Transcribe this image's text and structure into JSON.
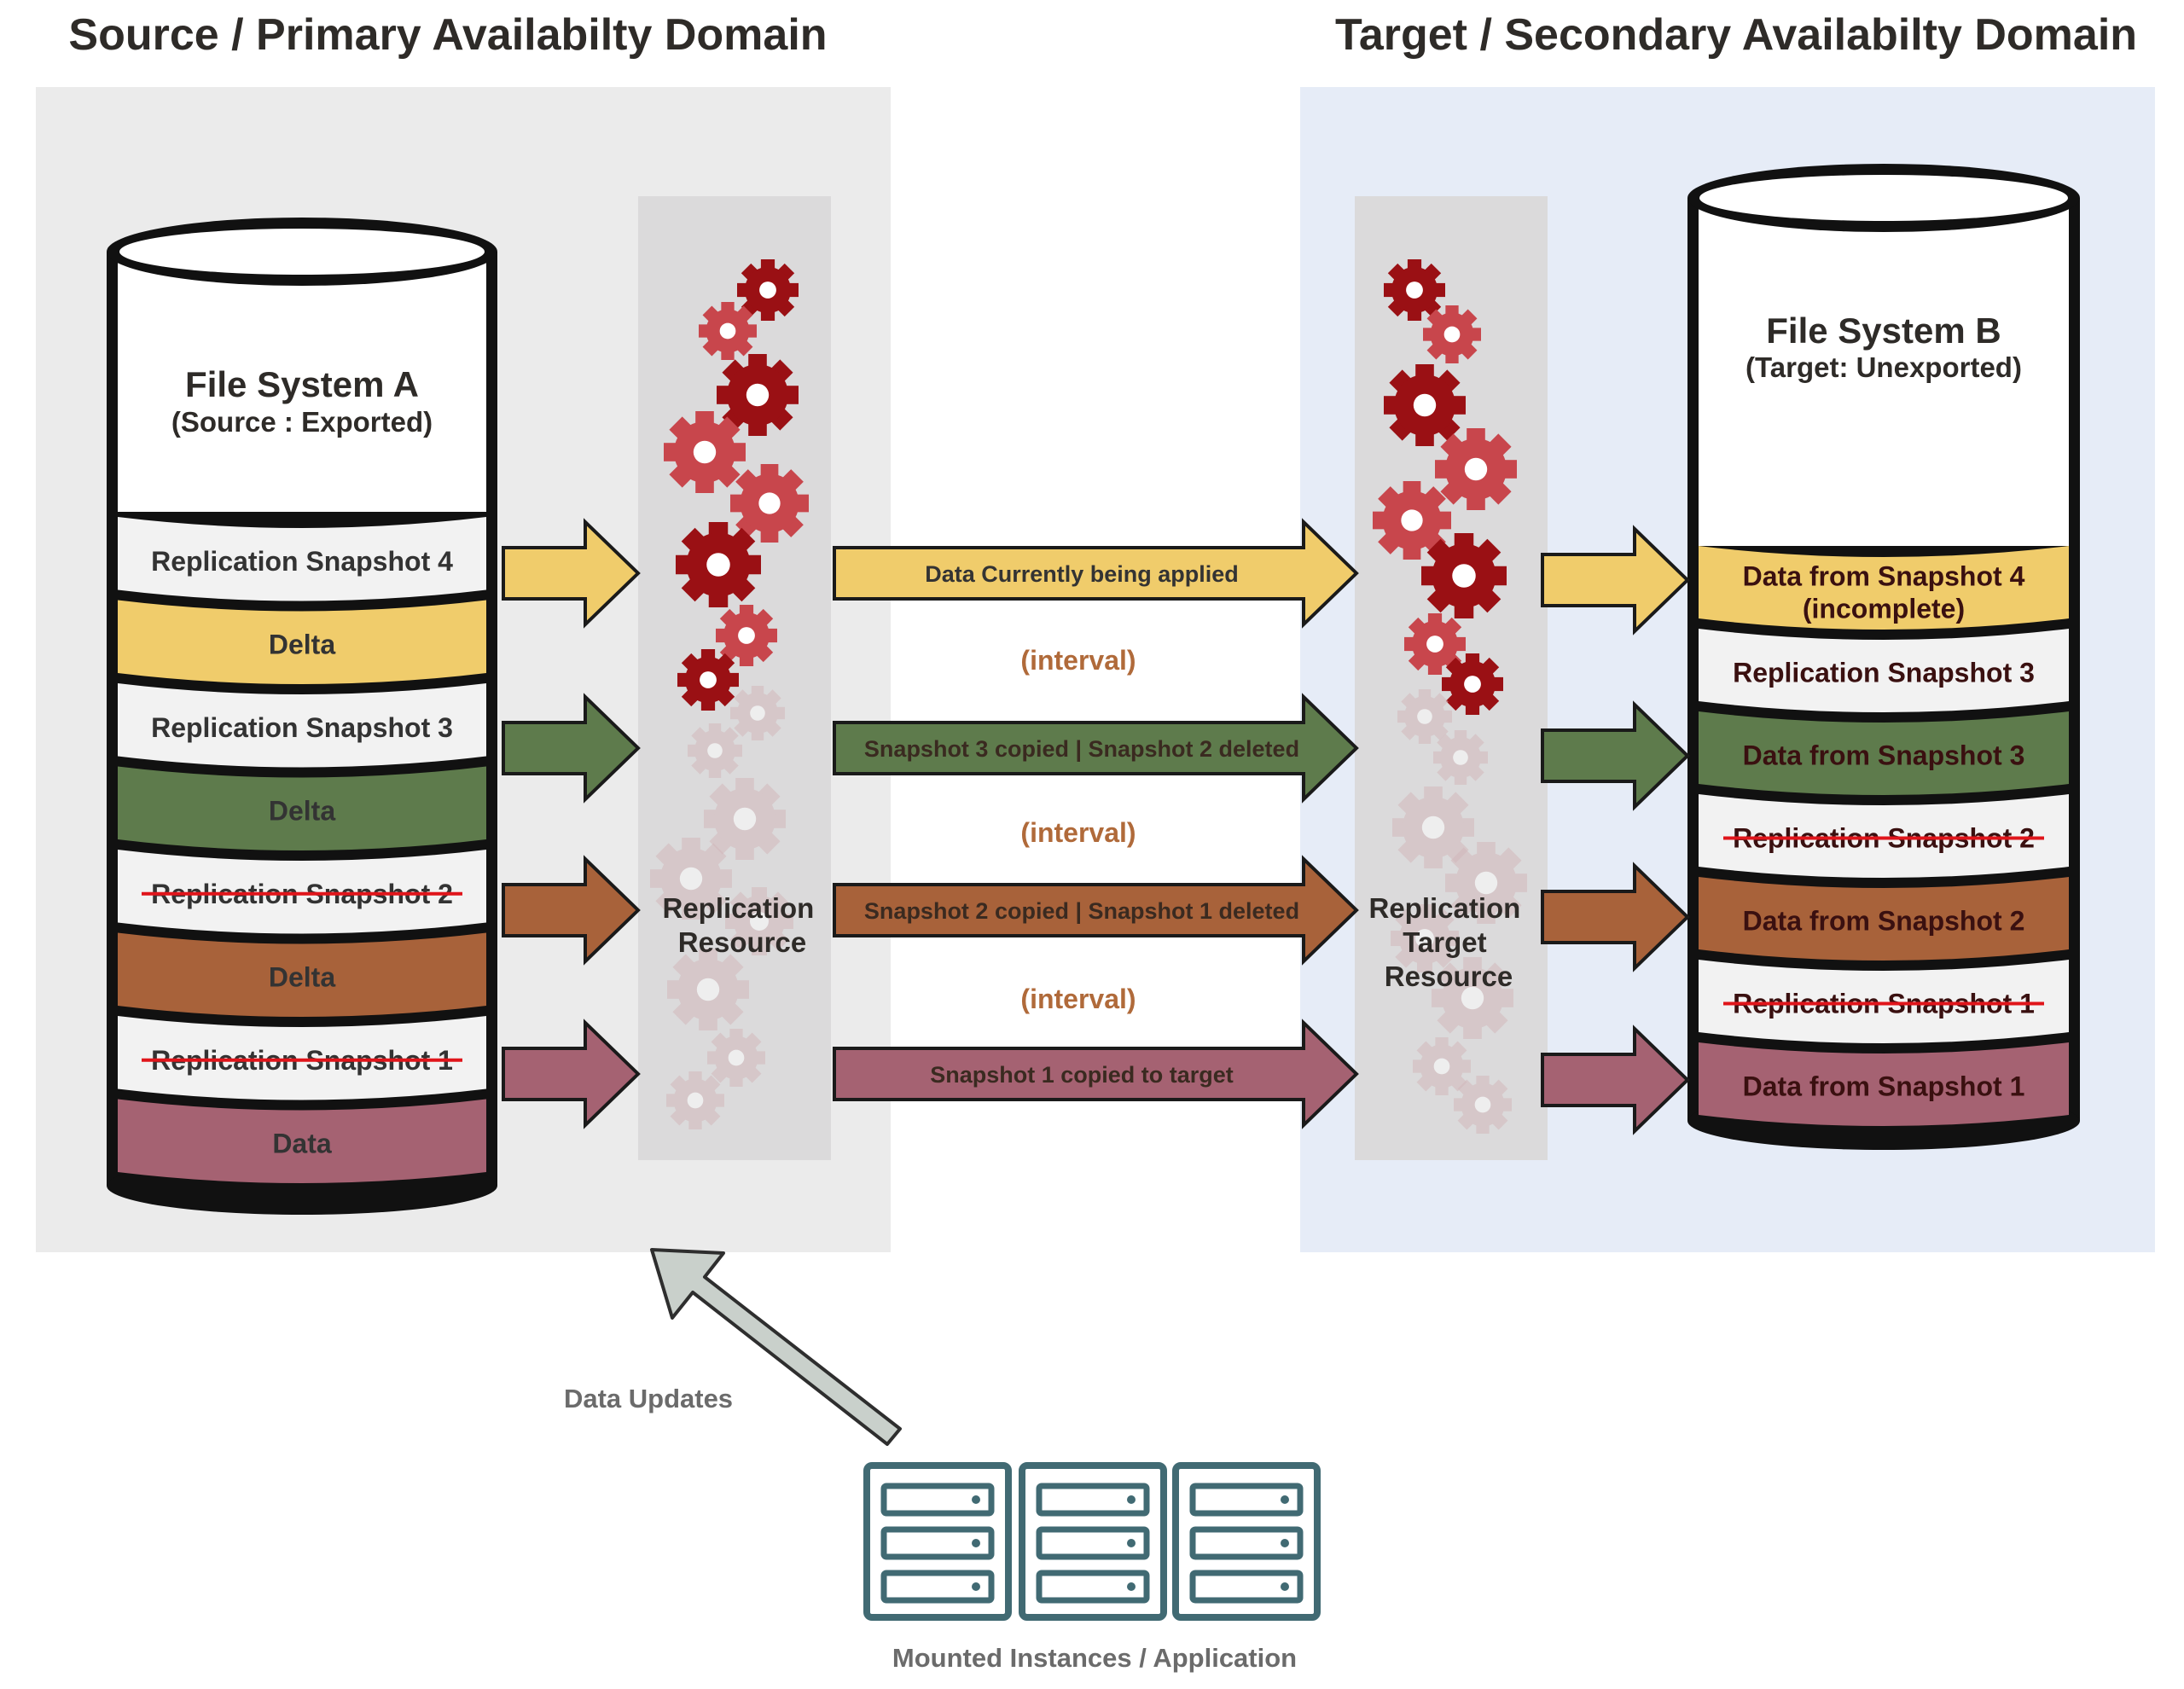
{
  "titles": {
    "source": "Source / Primary Availabilty Domain",
    "target": "Target / Secondary Availabilty Domain"
  },
  "source_fs": {
    "name": "File System A",
    "subtitle": "(Source : Exported)",
    "bands": [
      {
        "label": "Replication Snapshot 4",
        "color": "#f2f2f2",
        "strike": false
      },
      {
        "label": "Delta",
        "color": "#f0cc6b",
        "strike": false
      },
      {
        "label": "Replication Snapshot 3",
        "color": "#f2f2f2",
        "strike": false
      },
      {
        "label": "Delta",
        "color": "#5e7b4c",
        "strike": false
      },
      {
        "label": "Replication Snapshot 2",
        "color": "#f2f2f2",
        "strike": true
      },
      {
        "label": "Delta",
        "color": "#a8623a",
        "strike": false
      },
      {
        "label": "Replication Snapshot 1",
        "color": "#f2f2f2",
        "strike": true
      },
      {
        "label": "Data",
        "color": "#a56272",
        "strike": false
      }
    ]
  },
  "target_fs": {
    "name": "File System B",
    "subtitle": "(Target: Unexported)",
    "bands": [
      {
        "label": "Data from Snapshot 4",
        "label2": "(incomplete)",
        "color": "#f0cc6b",
        "strike": false
      },
      {
        "label": "Replication Snapshot 3",
        "color": "#f2f2f2",
        "strike": false
      },
      {
        "label": "Data from Snapshot 3",
        "color": "#5e7b4c",
        "strike": false
      },
      {
        "label": "Replication Snapshot 2",
        "color": "#f2f2f2",
        "strike": true
      },
      {
        "label": "Data from Snapshot 2",
        "color": "#a8623a",
        "strike": false
      },
      {
        "label": "Replication Snapshot 1",
        "color": "#f2f2f2",
        "strike": true
      },
      {
        "label": "Data from Snapshot 1",
        "color": "#a56272",
        "strike": false
      }
    ]
  },
  "transfer_arrows": [
    {
      "label": "Data Currently being applied",
      "color": "#f0cc6b"
    },
    {
      "label": "Snapshot 3 copied | Snapshot 2 deleted",
      "color": "#5e7b4c"
    },
    {
      "label": "Snapshot 2 copied | Snapshot 1 deleted",
      "color": "#a8623a"
    },
    {
      "label": "Snapshot 1 copied to target",
      "color": "#a56272"
    }
  ],
  "interval_label": "(interval)",
  "replication_resource": {
    "line1": "Replication",
    "line2": "Resource"
  },
  "replication_target_resource": {
    "line1": "Replication",
    "line2": "Target",
    "line3": "Resource"
  },
  "data_updates_label": "Data Updates",
  "instances_label": "Mounted Instances / Application",
  "colors": {
    "source_domain_bg": "#ebebeb",
    "target_domain_bg": "#e6ecf7",
    "resource_column": "#dbdadb",
    "gear_dark": "#9a1014",
    "gear_light": "#c8464c",
    "server": "#416a73",
    "update_arrow": "#c9d0cb",
    "strike": "#e0151b"
  }
}
